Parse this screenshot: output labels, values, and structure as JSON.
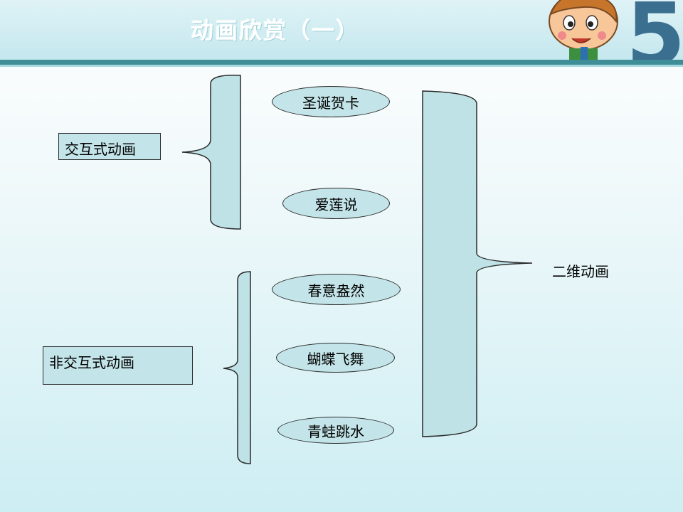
{
  "slide": {
    "title": "动画欣赏（一）"
  },
  "diagram": {
    "interactive": "交互式动画",
    "non_interactive": "非交互式动画",
    "two_d": "二维动画",
    "interactive_items": [
      "圣诞贺卡",
      "爱莲说"
    ],
    "non_interactive_items": [
      "春意盎然",
      "蝴蝶飞舞",
      "青蛙跳水"
    ]
  },
  "colors": {
    "bracket_fill": "#bfe2e6",
    "header_band": "#3f8e97"
  }
}
